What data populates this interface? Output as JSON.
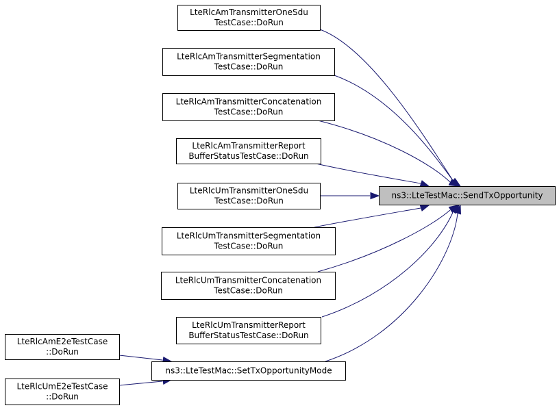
{
  "graph": {
    "nodes": {
      "send_tx": {
        "lines": [
          "ns3::LteTestMac::SendTxOpportunity"
        ]
      },
      "set_tx_mode": {
        "lines": [
          "ns3::LteTestMac::SetTxOpportunityMode"
        ]
      },
      "am_one_sdu": {
        "lines": [
          "LteRlcAmTransmitterOneSdu",
          "TestCase::DoRun"
        ]
      },
      "am_segmentation": {
        "lines": [
          "LteRlcAmTransmitterSegmentation",
          "TestCase::DoRun"
        ]
      },
      "am_concatenation": {
        "lines": [
          "LteRlcAmTransmitterConcatenation",
          "TestCase::DoRun"
        ]
      },
      "am_report": {
        "lines": [
          "LteRlcAmTransmitterReport",
          "BufferStatusTestCase::DoRun"
        ]
      },
      "um_one_sdu": {
        "lines": [
          "LteRlcUmTransmitterOneSdu",
          "TestCase::DoRun"
        ]
      },
      "um_segmentation": {
        "lines": [
          "LteRlcUmTransmitterSegmentation",
          "TestCase::DoRun"
        ]
      },
      "um_concatenation": {
        "lines": [
          "LteRlcUmTransmitterConcatenation",
          "TestCase::DoRun"
        ]
      },
      "um_report": {
        "lines": [
          "LteRlcUmTransmitterReport",
          "BufferStatusTestCase::DoRun"
        ]
      },
      "am_e2e": {
        "lines": [
          "LteRlcAmE2eTestCase",
          "::DoRun"
        ]
      },
      "um_e2e": {
        "lines": [
          "LteRlcUmE2eTestCase",
          "::DoRun"
        ]
      }
    },
    "edges": [
      {
        "from": "am_one_sdu",
        "to": "send_tx"
      },
      {
        "from": "am_segmentation",
        "to": "send_tx"
      },
      {
        "from": "am_concatenation",
        "to": "send_tx"
      },
      {
        "from": "am_report",
        "to": "send_tx"
      },
      {
        "from": "um_one_sdu",
        "to": "send_tx"
      },
      {
        "from": "um_segmentation",
        "to": "send_tx"
      },
      {
        "from": "um_concatenation",
        "to": "send_tx"
      },
      {
        "from": "um_report",
        "to": "send_tx"
      },
      {
        "from": "set_tx_mode",
        "to": "send_tx"
      },
      {
        "from": "am_e2e",
        "to": "set_tx_mode"
      },
      {
        "from": "um_e2e",
        "to": "set_tx_mode"
      }
    ],
    "colors": {
      "edge": "#191970",
      "root_fill": "#bfbfbf",
      "node_fill": "#ffffff",
      "node_border": "#000000"
    }
  }
}
